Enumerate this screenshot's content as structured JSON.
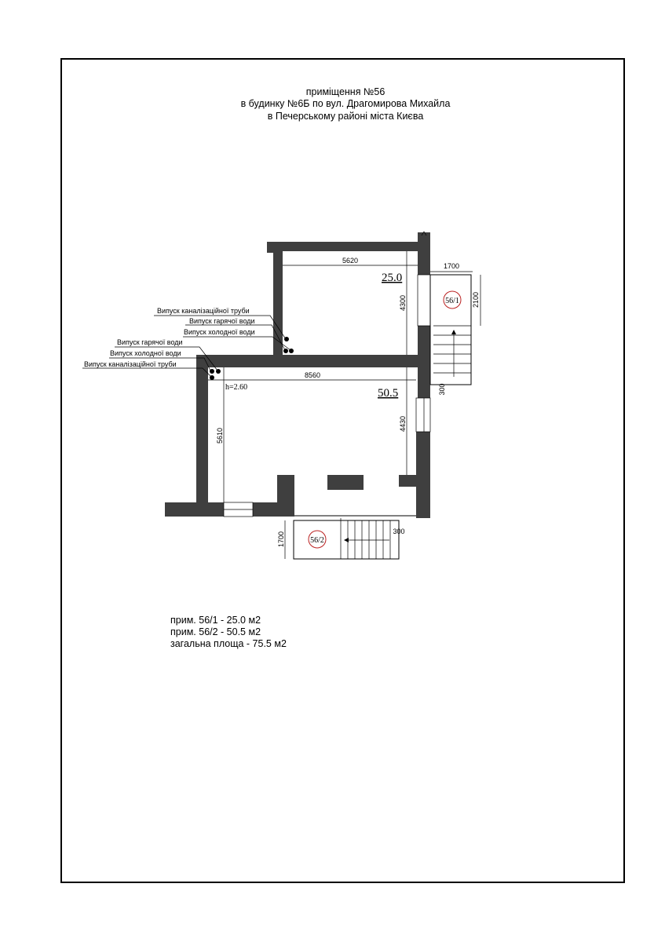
{
  "title": {
    "line1": "приміщення №56",
    "line2": "в будинку  №6Б по вул. Драгомирова Михайла",
    "line3": "в Печерському районі міста Києва"
  },
  "rooms": {
    "upper_area": "25.0",
    "lower_area": "50.5",
    "ceiling_height": "h=2.60"
  },
  "dimensions": {
    "upper_width": "5620",
    "upper_height": "4300",
    "lower_width": "8560",
    "lower_height_left": "5610",
    "lower_height_right": "4430",
    "stair1_width": "1700",
    "stair1_height": "2100",
    "stair1_tread": "300",
    "stair2_height": "1700",
    "stair2_tread": "300"
  },
  "stairs": {
    "stair1_label": "56/1",
    "stair2_label": "56/2"
  },
  "callouts": {
    "upper": [
      "Випуск каналізаційної труби",
      "Випуск гарячої води",
      "Випуск холодної води"
    ],
    "lower": [
      "Випуск гарячої води",
      "Випуск холодної води",
      "Випуск каналізаційної труби"
    ]
  },
  "summary": [
    "прим. 56/1 - 25.0 м2",
    "прим. 56/2 - 50.5 м2",
    "загальна площа - 75.5 м2"
  ]
}
